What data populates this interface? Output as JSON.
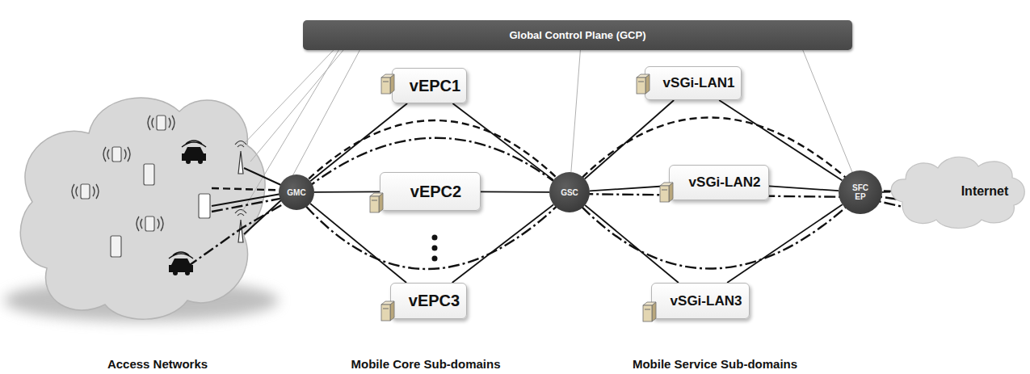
{
  "diagram": {
    "nodes": [
      {
        "text": [
          "Global Control Plane (GCP)"
        ]
      },
      {
        "text": [
          "GMC"
        ]
      },
      {
        "text": [
          "vEPC1"
        ]
      },
      {
        "text": [
          "vEPC2"
        ]
      },
      {
        "text": [
          "vEPC3"
        ]
      },
      {
        "text": [
          "GSC"
        ]
      },
      {
        "text": [
          "vSGi-LAN1"
        ]
      },
      {
        "text": [
          "vSGi-LAN2"
        ]
      },
      {
        "text": [
          "vSGi-LAN3"
        ]
      },
      {
        "text": [
          "SFC EP"
        ]
      },
      {
        "text": [
          "Internet"
        ]
      }
    ],
    "edges": [
      {
        "from": 0,
        "to": 5,
        "arrow": "none"
      },
      {
        "from": 0,
        "to": 9,
        "arrow": "none"
      },
      {
        "from": 1,
        "to": 2,
        "arrow": "none"
      },
      {
        "from": 1,
        "to": 3,
        "arrow": "none"
      },
      {
        "from": 1,
        "to": 4,
        "arrow": "none"
      },
      {
        "from": 2,
        "to": 5,
        "arrow": "none"
      },
      {
        "from": 3,
        "to": 5,
        "arrow": "none"
      },
      {
        "from": 4,
        "to": 5,
        "arrow": "none"
      },
      {
        "from": 5,
        "to": 6,
        "arrow": "none"
      },
      {
        "from": 5,
        "to": 7,
        "arrow": "none"
      },
      {
        "from": 5,
        "to": 8,
        "arrow": "none"
      },
      {
        "from": 6,
        "to": 9,
        "arrow": "none"
      },
      {
        "from": 7,
        "to": 9,
        "arrow": "none"
      },
      {
        "from": 8,
        "to": 9,
        "arrow": "none"
      },
      {
        "from": 9,
        "to": 10,
        "arrow": "none"
      }
    ],
    "labels": [
      "Access Networks",
      "Mobile Core Sub-domains",
      "Mobile Service Sub-domains"
    ]
  }
}
